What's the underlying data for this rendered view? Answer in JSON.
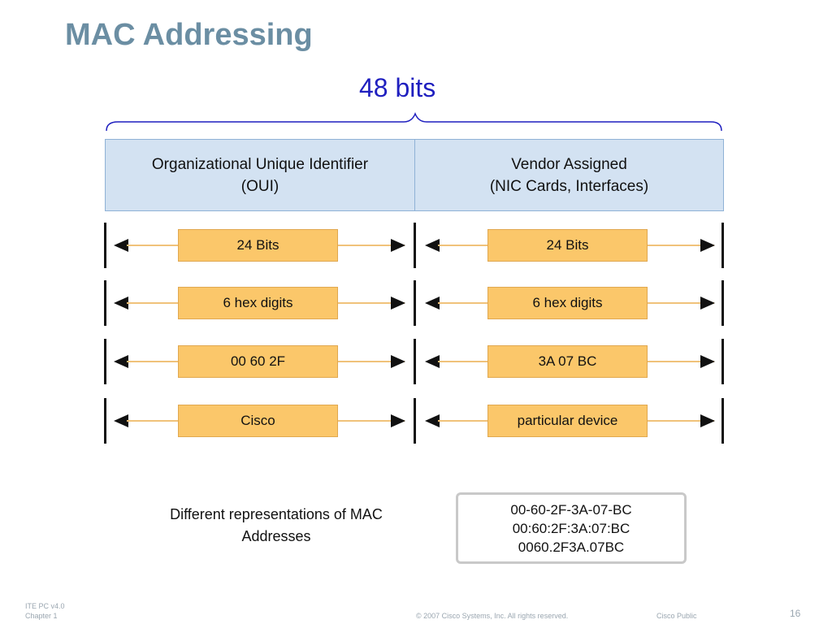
{
  "slide": {
    "title": "MAC Addressing",
    "total_label": "48 bits"
  },
  "header": {
    "oui_line1": "Organizational Unique Identifier",
    "oui_line2": "(OUI)",
    "vendor_line1": "Vendor Assigned",
    "vendor_line2": "(NIC Cards, Interfaces)"
  },
  "rows": [
    {
      "left": "24 Bits",
      "right": "24 Bits"
    },
    {
      "left": "6 hex digits",
      "right": "6 hex digits"
    },
    {
      "left": "00 60 2F",
      "right": "3A 07 BC"
    },
    {
      "left": "Cisco",
      "right": "particular device"
    }
  ],
  "representations": {
    "label_line1": "Different representations of MAC",
    "label_line2": "Addresses",
    "formats": [
      "00-60-2F-3A-07-BC",
      "00:60:2F:3A:07:BC",
      "0060.2F3A.07BC"
    ]
  },
  "footer": {
    "course": "ITE PC v4.0",
    "chapter": "Chapter 1",
    "copyright": "© 2007 Cisco Systems, Inc. All rights reserved.",
    "classification": "Cisco Public",
    "page_number": "16"
  },
  "colors": {
    "title": "#6b8ea3",
    "bits_label": "#1f1fbf",
    "header_fill": "#d3e2f2",
    "box_fill": "#fbc76a",
    "arrow_line": "#f0c27a"
  }
}
